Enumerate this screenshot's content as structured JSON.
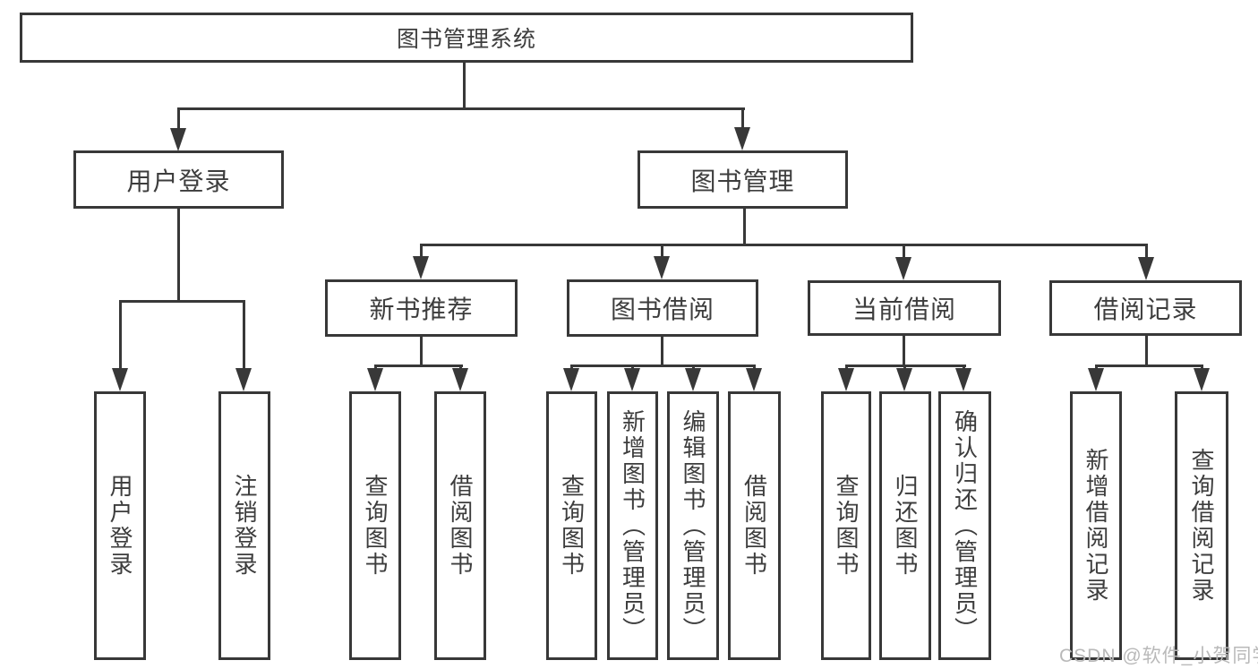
{
  "diagram": {
    "title": "图书管理系统",
    "root": {
      "label": "图书管理系统"
    },
    "level2": [
      {
        "label": "用户登录"
      },
      {
        "label": "图书管理"
      }
    ],
    "level3": [
      {
        "label": "新书推荐"
      },
      {
        "label": "图书借阅"
      },
      {
        "label": "当前借阅"
      },
      {
        "label": "借阅记录"
      }
    ],
    "leaves": {
      "user_login": [
        {
          "label": "用户登录"
        },
        {
          "label": "注销登录"
        }
      ],
      "new_books": [
        {
          "label": "查询图书"
        },
        {
          "label": "借阅图书"
        }
      ],
      "book_borrow": [
        {
          "label": "查询图书"
        },
        {
          "label": "新增图书（管理员）"
        },
        {
          "label": "编辑图书（管理员）"
        },
        {
          "label": "借阅图书"
        }
      ],
      "current_borrow": [
        {
          "label": "查询图书"
        },
        {
          "label": "归还图书"
        },
        {
          "label": "确认归还（管理员）"
        }
      ],
      "borrow_records": [
        {
          "label": "新增借阅记录"
        },
        {
          "label": "查询借阅记录"
        }
      ]
    },
    "watermark": "CSDN @软件_小贺同学",
    "colors": {
      "line": "#383838",
      "text": "#3d3d3d",
      "watermark": "#b9b9b9",
      "background": "#ffffff"
    }
  }
}
